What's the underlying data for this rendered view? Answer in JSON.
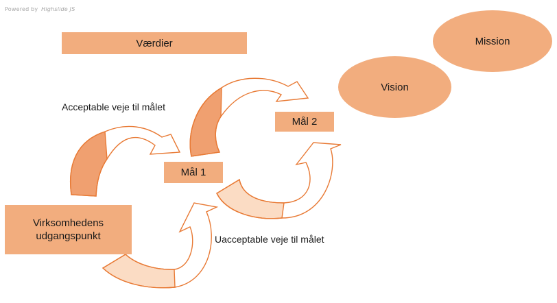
{
  "powered_by": {
    "prefix": "Powered by",
    "brand": "Highslide JS"
  },
  "nodes": {
    "vaerdier": "Værdier",
    "mission": "Mission",
    "vision": "Vision",
    "maal2": "Mål 2",
    "maal1": "Mål 1",
    "start_line1": "Virksomhedens",
    "start_line2": "udgangspunkt"
  },
  "labels": {
    "acceptable": "Acceptable veje til målet",
    "unacceptable": "Uacceptable veje til målet"
  },
  "colors": {
    "box_fill": "#f2ad7e",
    "arrow_stroke": "#e87a35",
    "arrow_dark_fill": "#f0a070",
    "arrow_light_fill": "#fbdcc4"
  }
}
